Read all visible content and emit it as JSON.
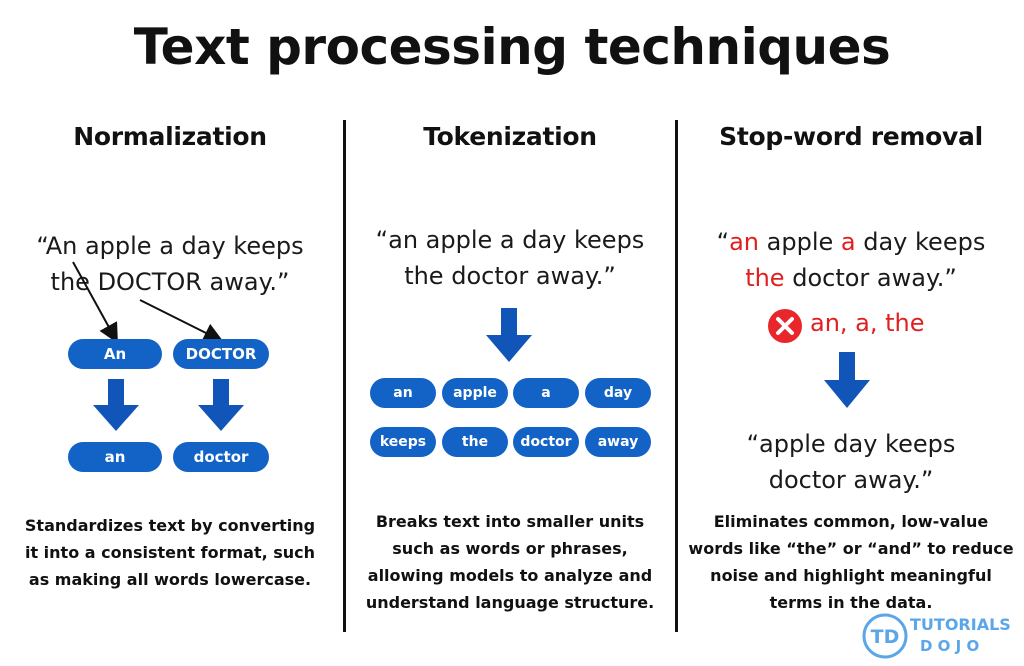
{
  "title": "Text processing techniques",
  "columns": [
    {
      "heading": "Normalization",
      "quote_line1": "“An apple a day keeps",
      "quote_line2": "the DOCTOR away.”",
      "pills_before": [
        "An",
        "DOCTOR"
      ],
      "pills_after": [
        "an",
        "doctor"
      ],
      "description": [
        "Standardizes text by converting",
        "it into a consistent format, such",
        "as making all words lowercase."
      ]
    },
    {
      "heading": "Tokenization",
      "quote_line1": "“an apple a day keeps",
      "quote_line2": "the doctor away.”",
      "tokens_row1": [
        "an",
        "apple",
        "a",
        "day"
      ],
      "tokens_row2": [
        "keeps",
        "the",
        "doctor",
        "away"
      ],
      "description": [
        "Breaks text into smaller units",
        "such as words or phrases,",
        "allowing models to analyze and",
        "understand language structure."
      ]
    },
    {
      "heading": "Stop-word removal",
      "quote_parts": {
        "l1_open": "“",
        "l1_stop1": "an",
        "l1_mid": " apple ",
        "l1_stop2": "a",
        "l1_end": " day keeps",
        "l2_stop": "the",
        "l2_end": " doctor away.”"
      },
      "removed_words": "an, a, the",
      "result_line1": "“apple day keeps",
      "result_line2": "doctor away.”",
      "description": [
        "Eliminates common, low-value",
        "words like “the” or “and” to reduce",
        "noise and highlight meaningful",
        "terms in the data."
      ]
    }
  ],
  "logo": {
    "badge": "TD",
    "line1": "TUTORIALS",
    "line2": "D O J O"
  },
  "colors": {
    "pill": "#1363c7",
    "arrow": "#1155b8",
    "stopword": "#e02020",
    "logo": "#5aa6e8"
  }
}
